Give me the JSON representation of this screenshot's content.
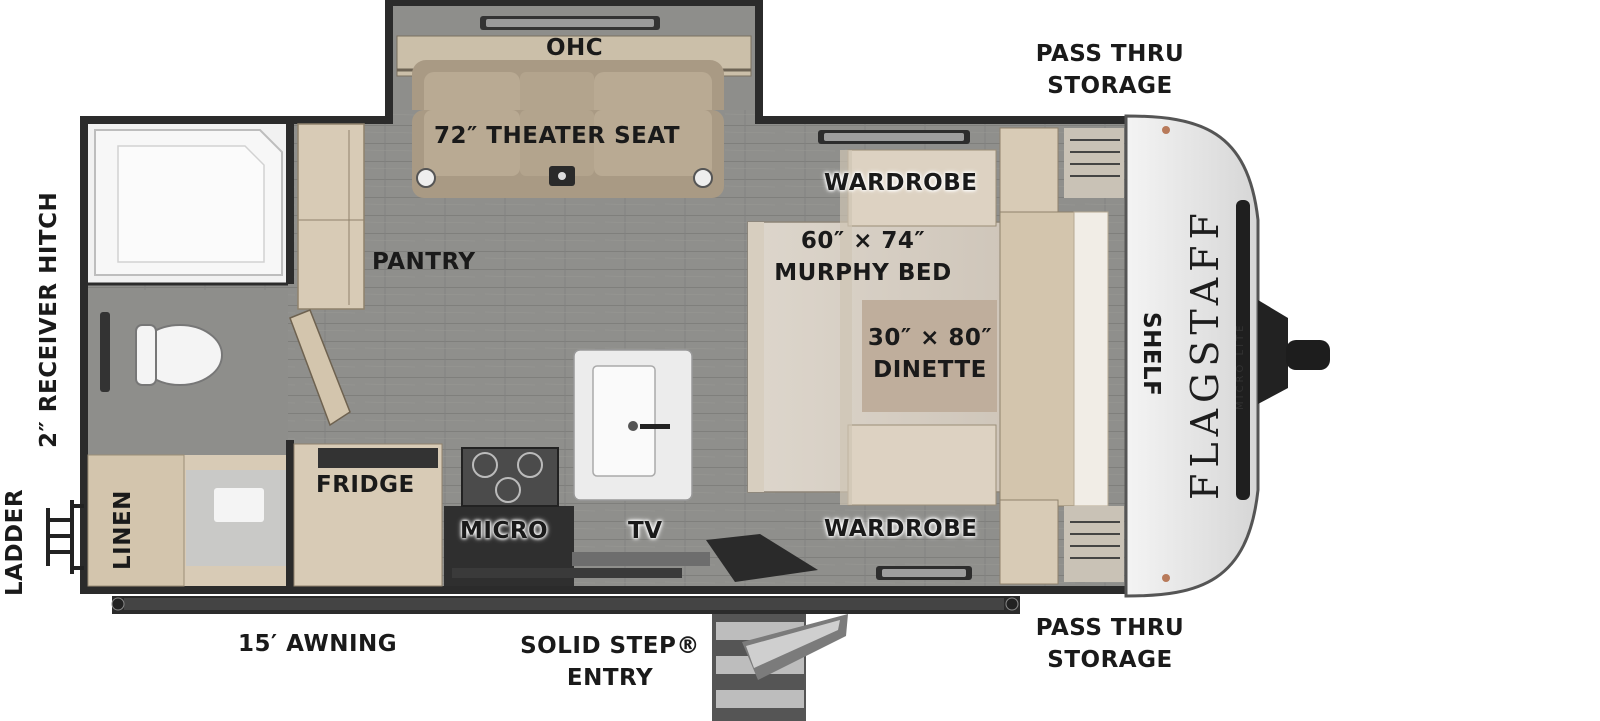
{
  "labels": {
    "ohc": "OHC",
    "theater_seat": "72″ THEATER SEAT",
    "pass_thru_top": [
      "PASS THRU",
      "STORAGE"
    ],
    "pass_thru_bottom": [
      "PASS THRU",
      "STORAGE"
    ],
    "receiver_hitch": "2″ RECEIVER HITCH",
    "pantry": "PANTRY",
    "wardrobe_top": "WARDROBE",
    "wardrobe_bottom": "WARDROBE",
    "murphy_bed": [
      "60″ × 74″",
      "MURPHY BED"
    ],
    "dinette": [
      "30″ × 80″",
      "DINETTE"
    ],
    "shelf": "SHELF",
    "fridge": "FRIDGE",
    "micro": "MICRO",
    "tv": "TV",
    "linen": "LINEN",
    "ladder": "LADDER",
    "awning": "15′ AWNING",
    "solid_step": [
      "SOLID STEP®",
      "ENTRY"
    ]
  },
  "brand": {
    "name": "FLAGSTAFF",
    "subtitle": "MICRO LITE"
  },
  "colors": {
    "floor": "#8e8e8b",
    "wall": "#2b2b2b",
    "cabinet": "#d8cbb6",
    "seat": "#b9aa93",
    "dinette_table": "#bfae9c",
    "front_cap": "#e6e6e6"
  }
}
